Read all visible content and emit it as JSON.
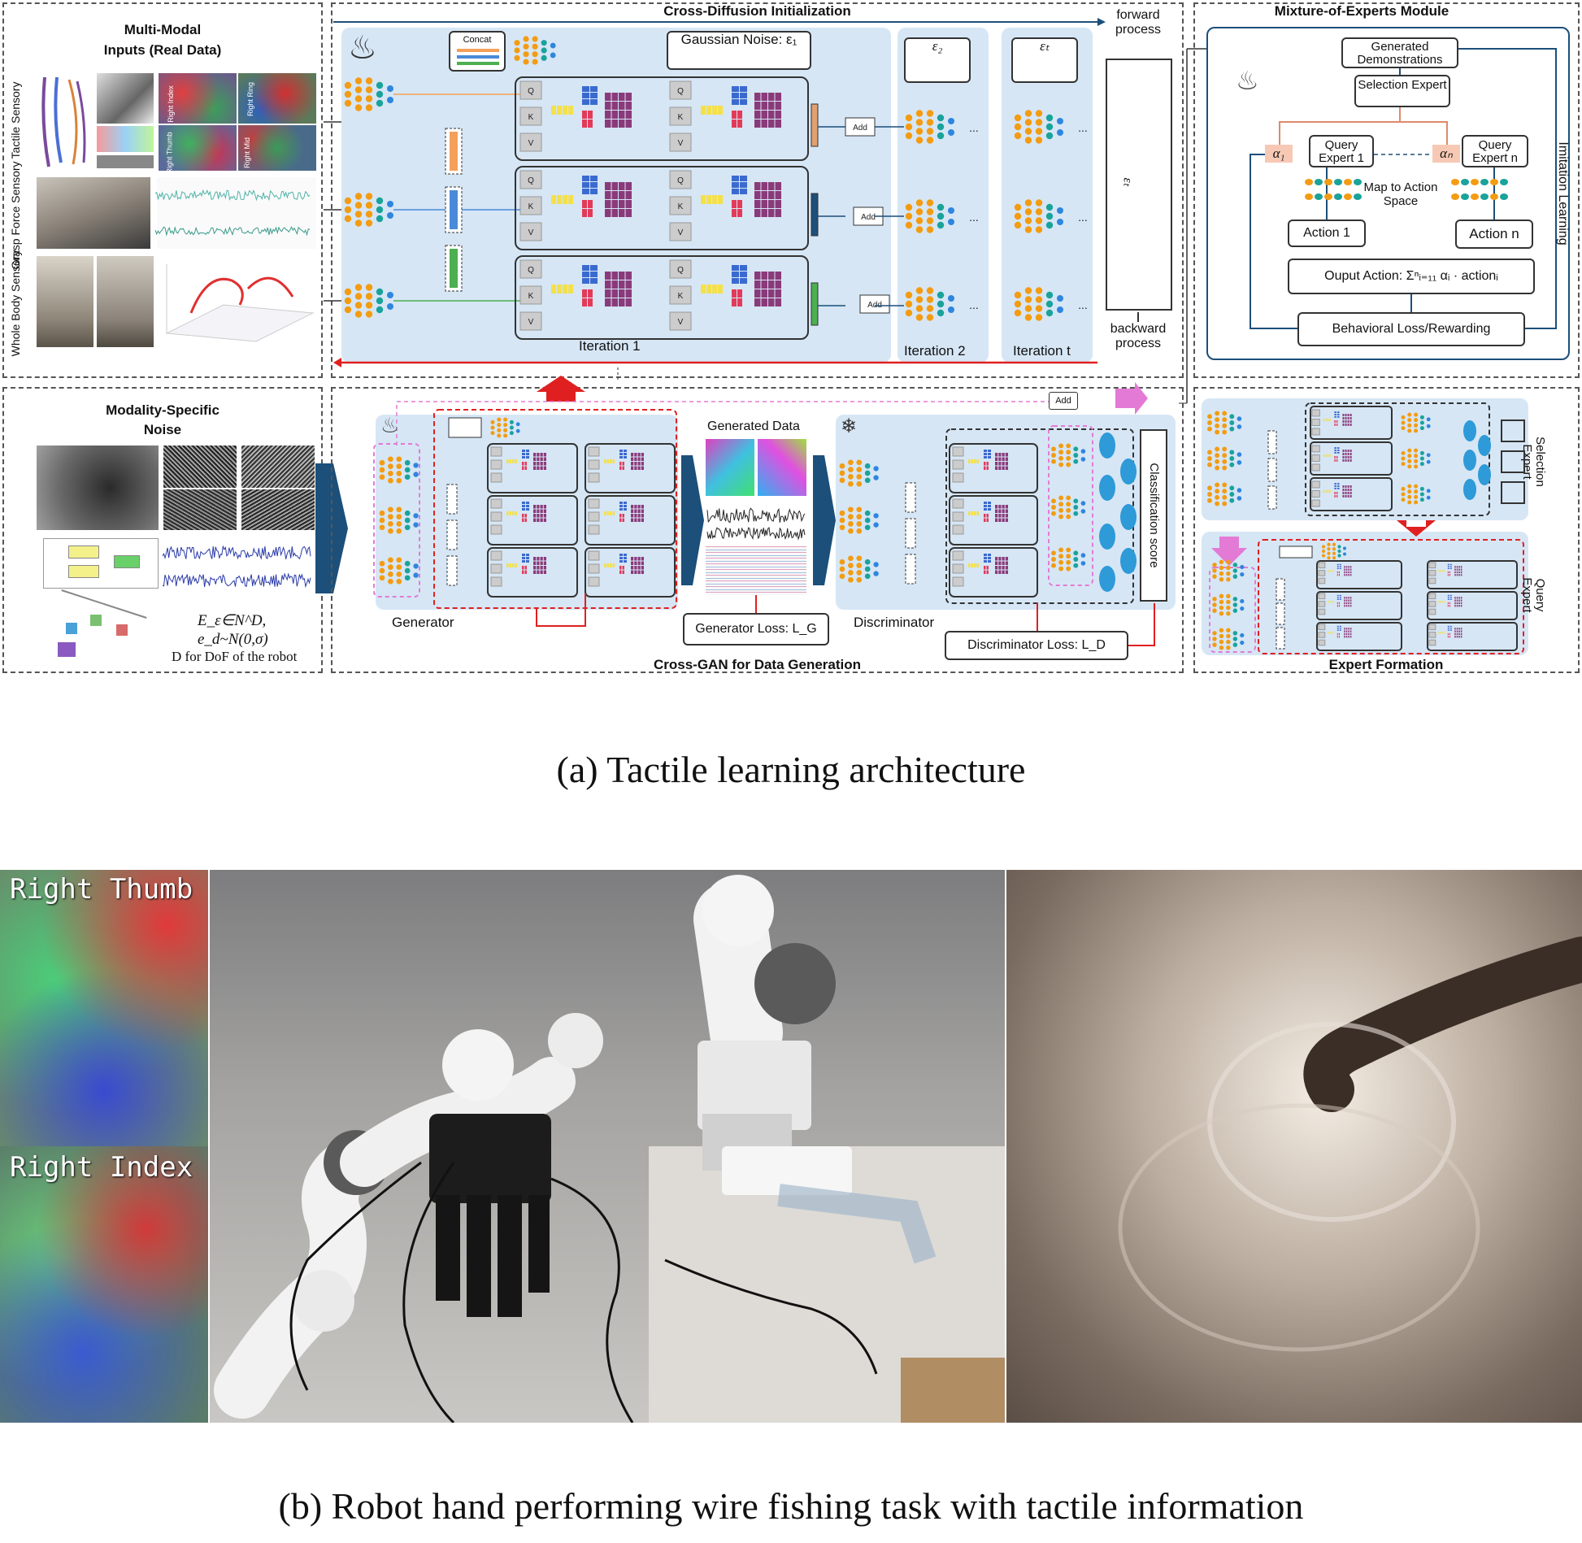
{
  "figure_a": {
    "caption": "(a) Tactile learning architecture",
    "inputs_panel": {
      "title_line1": "Multi-Modal",
      "title_line2": "Inputs (Real Data)",
      "rows": [
        "Tactile Sensory",
        "Grasp Force Sensory",
        "Whole Body Sensory"
      ],
      "tactile_tiles": [
        "Right Index",
        "Right Ring",
        "Right Thumb",
        "Right Mid"
      ]
    },
    "diffusion_panel": {
      "title": "Cross-Diffusion Initialization",
      "concat": "Concat",
      "gaussian_noise": "Gaussian Noise: ε₁",
      "qkv": [
        "Q",
        "K",
        "V"
      ],
      "add": "Add",
      "iterations": [
        "Iteration 1",
        "Iteration 2",
        "Iteration t"
      ],
      "noise_labels": [
        "ε₂",
        "εₜ"
      ],
      "forward": "forward process",
      "backward": "backward process",
      "eps_t": "εₜ",
      "ellipsis": "..."
    },
    "moe_panel": {
      "title": "Mixture-of-Experts Module",
      "generated": "Generated Demonstrations",
      "selection": "Selection Expert",
      "query1": "Query Expert 1",
      "queryn": "Query Expert n",
      "alpha1": "α₁",
      "alphan": "αₙ",
      "map": "Map to Action Space",
      "action1": "Action 1",
      "actionn": "Action n",
      "output": "Ouput Action: Σⁿᵢ₌₁₁ αᵢ · actionᵢ",
      "loss": "Behavioral Loss/Rewarding",
      "side": "Imitation Learning"
    },
    "noise_panel": {
      "title_line1": "Modality-Specific",
      "title_line2": "Noise",
      "formula1": "E_ε∈N^D,",
      "formula2": "e_d~N(0,σ)",
      "formula3": "D for DoF of the robot"
    },
    "gan_panel": {
      "title": "Cross-GAN for Data Generation",
      "generator": "Generator",
      "generated": "Generated Data",
      "discriminator": "Discriminator",
      "gen_loss": "Generator Loss: L_G",
      "disc_loss": "Discriminator Loss: L_D",
      "class_score": "Classification score",
      "add": "Add"
    },
    "expert_panel": {
      "title": "Expert Formation",
      "selection": "Selection Expert",
      "query": "Query Expert"
    },
    "colors": {
      "panel_bg": "#d6e6f5",
      "orange": "#f39c12",
      "teal": "#1aa39a",
      "blue_node": "#2e86de",
      "red": "#e02020",
      "pink": "#e37bd6",
      "green": "#4caf50",
      "navy": "#1c4f7a"
    }
  },
  "figure_b": {
    "caption": "(b) Robot hand performing wire fishing task with tactile information",
    "tag_thumb": "Right Thumb",
    "tag_index": "Right Index"
  }
}
